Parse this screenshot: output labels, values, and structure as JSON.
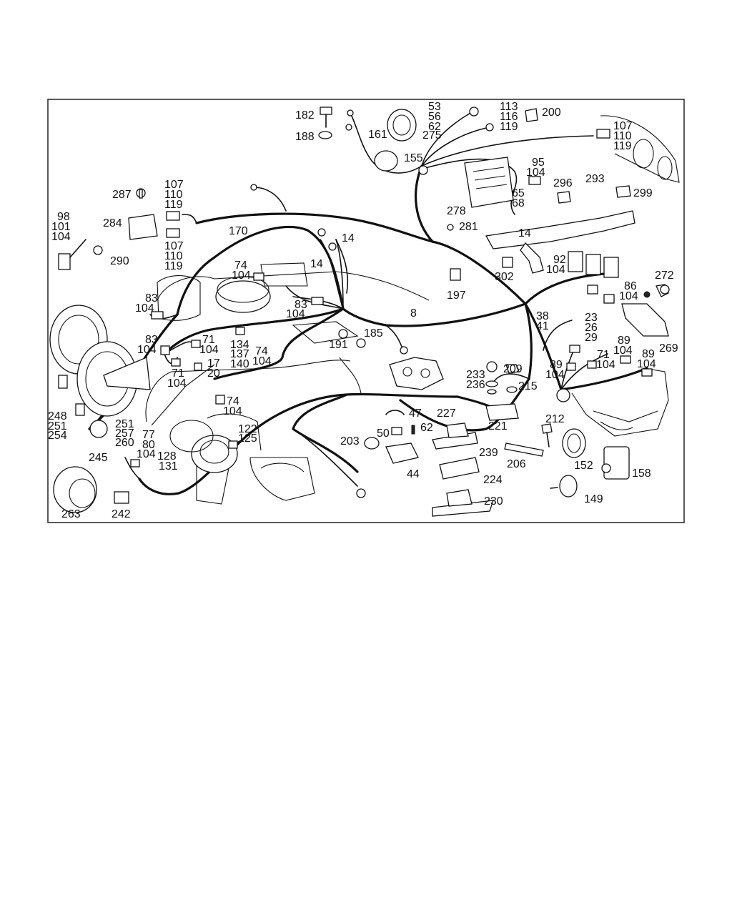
{
  "diagram": {
    "callouts": [
      {
        "id": "c182",
        "text": "182"
      },
      {
        "id": "c188",
        "text": "188"
      },
      {
        "id": "c161",
        "text": "161"
      },
      {
        "id": "c53",
        "text": "53"
      },
      {
        "id": "c56",
        "text": "56"
      },
      {
        "id": "c62a",
        "text": "62"
      },
      {
        "id": "c275",
        "text": "275"
      },
      {
        "id": "c155",
        "text": "155"
      },
      {
        "id": "c113",
        "text": "113"
      },
      {
        "id": "c116",
        "text": "116"
      },
      {
        "id": "c119a",
        "text": "119"
      },
      {
        "id": "c200",
        "text": "200"
      },
      {
        "id": "c107a",
        "text": "107"
      },
      {
        "id": "c110a",
        "text": "110"
      },
      {
        "id": "c119b",
        "text": "119"
      },
      {
        "id": "c95",
        "text": "95"
      },
      {
        "id": "c104a",
        "text": "104"
      },
      {
        "id": "c296",
        "text": "296"
      },
      {
        "id": "c293",
        "text": "293"
      },
      {
        "id": "c299",
        "text": "299"
      },
      {
        "id": "c65",
        "text": "65"
      },
      {
        "id": "c68",
        "text": "68"
      },
      {
        "id": "c278",
        "text": "278"
      },
      {
        "id": "c281",
        "text": "281"
      },
      {
        "id": "c14a",
        "text": "14"
      },
      {
        "id": "c14b",
        "text": "14"
      },
      {
        "id": "c14c",
        "text": "14"
      },
      {
        "id": "c287",
        "text": "287"
      },
      {
        "id": "c107b",
        "text": "107"
      },
      {
        "id": "c110b",
        "text": "110"
      },
      {
        "id": "c119c",
        "text": "119"
      },
      {
        "id": "c284",
        "text": "284"
      },
      {
        "id": "c98",
        "text": "98"
      },
      {
        "id": "c101",
        "text": "101"
      },
      {
        "id": "c104b",
        "text": "104"
      },
      {
        "id": "c170",
        "text": "170"
      },
      {
        "id": "c107c",
        "text": "107"
      },
      {
        "id": "c110c",
        "text": "110"
      },
      {
        "id": "c119d",
        "text": "119"
      },
      {
        "id": "c290",
        "text": "290"
      },
      {
        "id": "c74a",
        "text": "74"
      },
      {
        "id": "c104c",
        "text": "104"
      },
      {
        "id": "c92",
        "text": "92"
      },
      {
        "id": "c104d",
        "text": "104"
      },
      {
        "id": "c302",
        "text": "302"
      },
      {
        "id": "c197",
        "text": "197"
      },
      {
        "id": "c86",
        "text": "86"
      },
      {
        "id": "c104e",
        "text": "104"
      },
      {
        "id": "c272",
        "text": "272"
      },
      {
        "id": "c83a",
        "text": "83"
      },
      {
        "id": "c104f",
        "text": "104"
      },
      {
        "id": "c83b",
        "text": "83"
      },
      {
        "id": "c104g",
        "text": "104"
      },
      {
        "id": "c8",
        "text": "8"
      },
      {
        "id": "c38",
        "text": "38"
      },
      {
        "id": "c41",
        "text": "41"
      },
      {
        "id": "c23",
        "text": "23"
      },
      {
        "id": "c26",
        "text": "26"
      },
      {
        "id": "c29",
        "text": "29"
      },
      {
        "id": "c83c",
        "text": "83"
      },
      {
        "id": "c104h",
        "text": "104"
      },
      {
        "id": "c71a",
        "text": "71"
      },
      {
        "id": "c104i",
        "text": "104"
      },
      {
        "id": "c134",
        "text": "134"
      },
      {
        "id": "c137",
        "text": "137"
      },
      {
        "id": "c140",
        "text": "140"
      },
      {
        "id": "c74b",
        "text": "74"
      },
      {
        "id": "c104j",
        "text": "104"
      },
      {
        "id": "c191",
        "text": "191"
      },
      {
        "id": "c185",
        "text": "185"
      },
      {
        "id": "c89a",
        "text": "89"
      },
      {
        "id": "c104k",
        "text": "104"
      },
      {
        "id": "c89b",
        "text": "89"
      },
      {
        "id": "c104l",
        "text": "104"
      },
      {
        "id": "c269",
        "text": "269"
      },
      {
        "id": "c71b",
        "text": "71"
      },
      {
        "id": "c104m",
        "text": "104"
      },
      {
        "id": "c89c",
        "text": "89"
      },
      {
        "id": "c104n",
        "text": "104"
      },
      {
        "id": "c17",
        "text": "17"
      },
      {
        "id": "c20",
        "text": "20"
      },
      {
        "id": "c71c",
        "text": "71"
      },
      {
        "id": "c104o",
        "text": "104"
      },
      {
        "id": "c233",
        "text": "233"
      },
      {
        "id": "c236",
        "text": "236"
      },
      {
        "id": "c209",
        "text": "209"
      },
      {
        "id": "c215",
        "text": "215"
      },
      {
        "id": "c74c",
        "text": "74"
      },
      {
        "id": "c104p",
        "text": "104"
      },
      {
        "id": "c47",
        "text": "47"
      },
      {
        "id": "c227",
        "text": "227"
      },
      {
        "id": "c50",
        "text": "50"
      },
      {
        "id": "c62b",
        "text": "62"
      },
      {
        "id": "c221",
        "text": "221"
      },
      {
        "id": "c212",
        "text": "212"
      },
      {
        "id": "c248",
        "text": "248"
      },
      {
        "id": "c251a",
        "text": "251"
      },
      {
        "id": "c254",
        "text": "254"
      },
      {
        "id": "c251b",
        "text": "251"
      },
      {
        "id": "c257",
        "text": "257"
      },
      {
        "id": "c260",
        "text": "260"
      },
      {
        "id": "c77",
        "text": "77"
      },
      {
        "id": "c80",
        "text": "80"
      },
      {
        "id": "c104q",
        "text": "104"
      },
      {
        "id": "c122",
        "text": "122"
      },
      {
        "id": "c125",
        "text": "125"
      },
      {
        "id": "c203",
        "text": "203"
      },
      {
        "id": "c239",
        "text": "239"
      },
      {
        "id": "c206",
        "text": "206"
      },
      {
        "id": "c245",
        "text": "245"
      },
      {
        "id": "c128",
        "text": "128"
      },
      {
        "id": "c131",
        "text": "131"
      },
      {
        "id": "c44",
        "text": "44"
      },
      {
        "id": "c224",
        "text": "224"
      },
      {
        "id": "c152",
        "text": "152"
      },
      {
        "id": "c158",
        "text": "158"
      },
      {
        "id": "c149",
        "text": "149"
      },
      {
        "id": "c230",
        "text": "230"
      },
      {
        "id": "c263",
        "text": "263"
      },
      {
        "id": "c242",
        "text": "242"
      }
    ]
  }
}
